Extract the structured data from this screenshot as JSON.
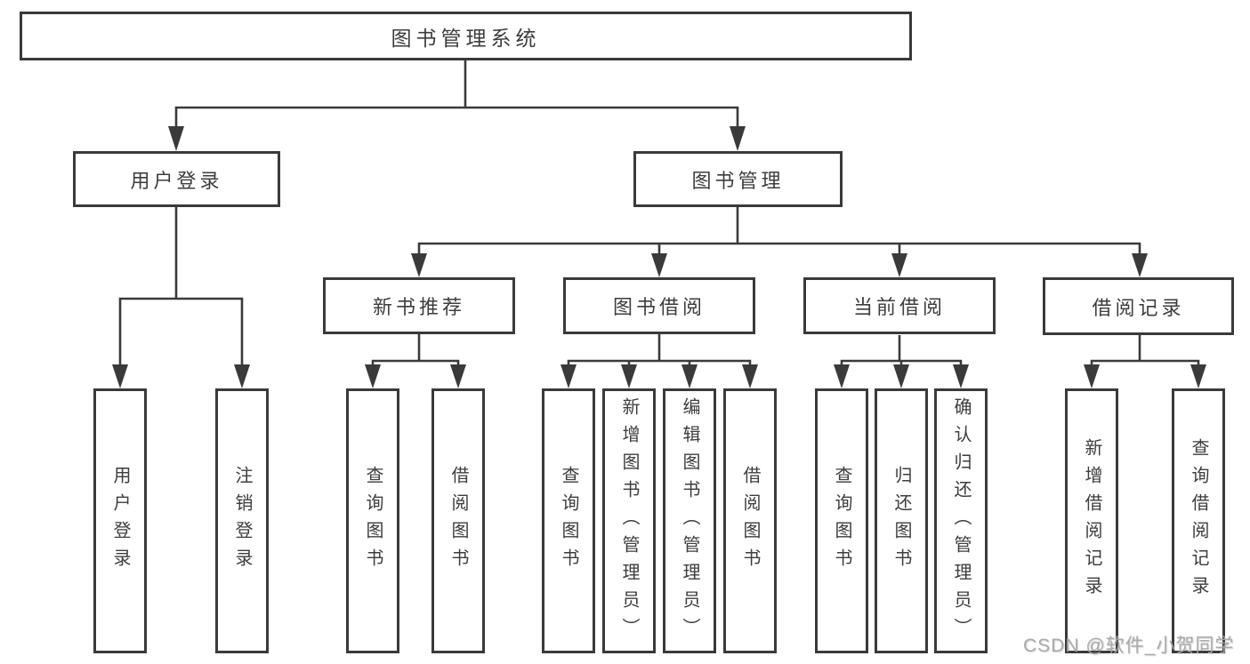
{
  "diagram": {
    "root": {
      "label": "图书管理系统"
    },
    "level2": {
      "user_login": {
        "label": "用户登录"
      },
      "book_mgmt": {
        "label": "图书管理"
      }
    },
    "level3": {
      "new_books": {
        "label": "新书推荐"
      },
      "borrow": {
        "label": "图书借阅"
      },
      "current": {
        "label": "当前借阅"
      },
      "records": {
        "label": "借阅记录"
      }
    },
    "leaves": {
      "user_login": [
        "用户登录",
        "注销登录"
      ],
      "new_books": [
        "查询图书",
        "借阅图书"
      ],
      "borrow": [
        "查询图书",
        "新增图书（管理员）",
        "编辑图书（管理员）",
        "借阅图书"
      ],
      "current": [
        "查询图书",
        "归还图书",
        "确认归还（管理员）"
      ],
      "records": [
        "新增借阅记录",
        "查询借阅记录"
      ]
    },
    "colors": {
      "line": "#3a3a3a",
      "border": "#3a3a3a",
      "text": "#3d3d3d",
      "background": "#ffffff",
      "watermark": "#a6a6a6"
    }
  },
  "watermark": {
    "text": "CSDN @软件_小贺同学"
  }
}
